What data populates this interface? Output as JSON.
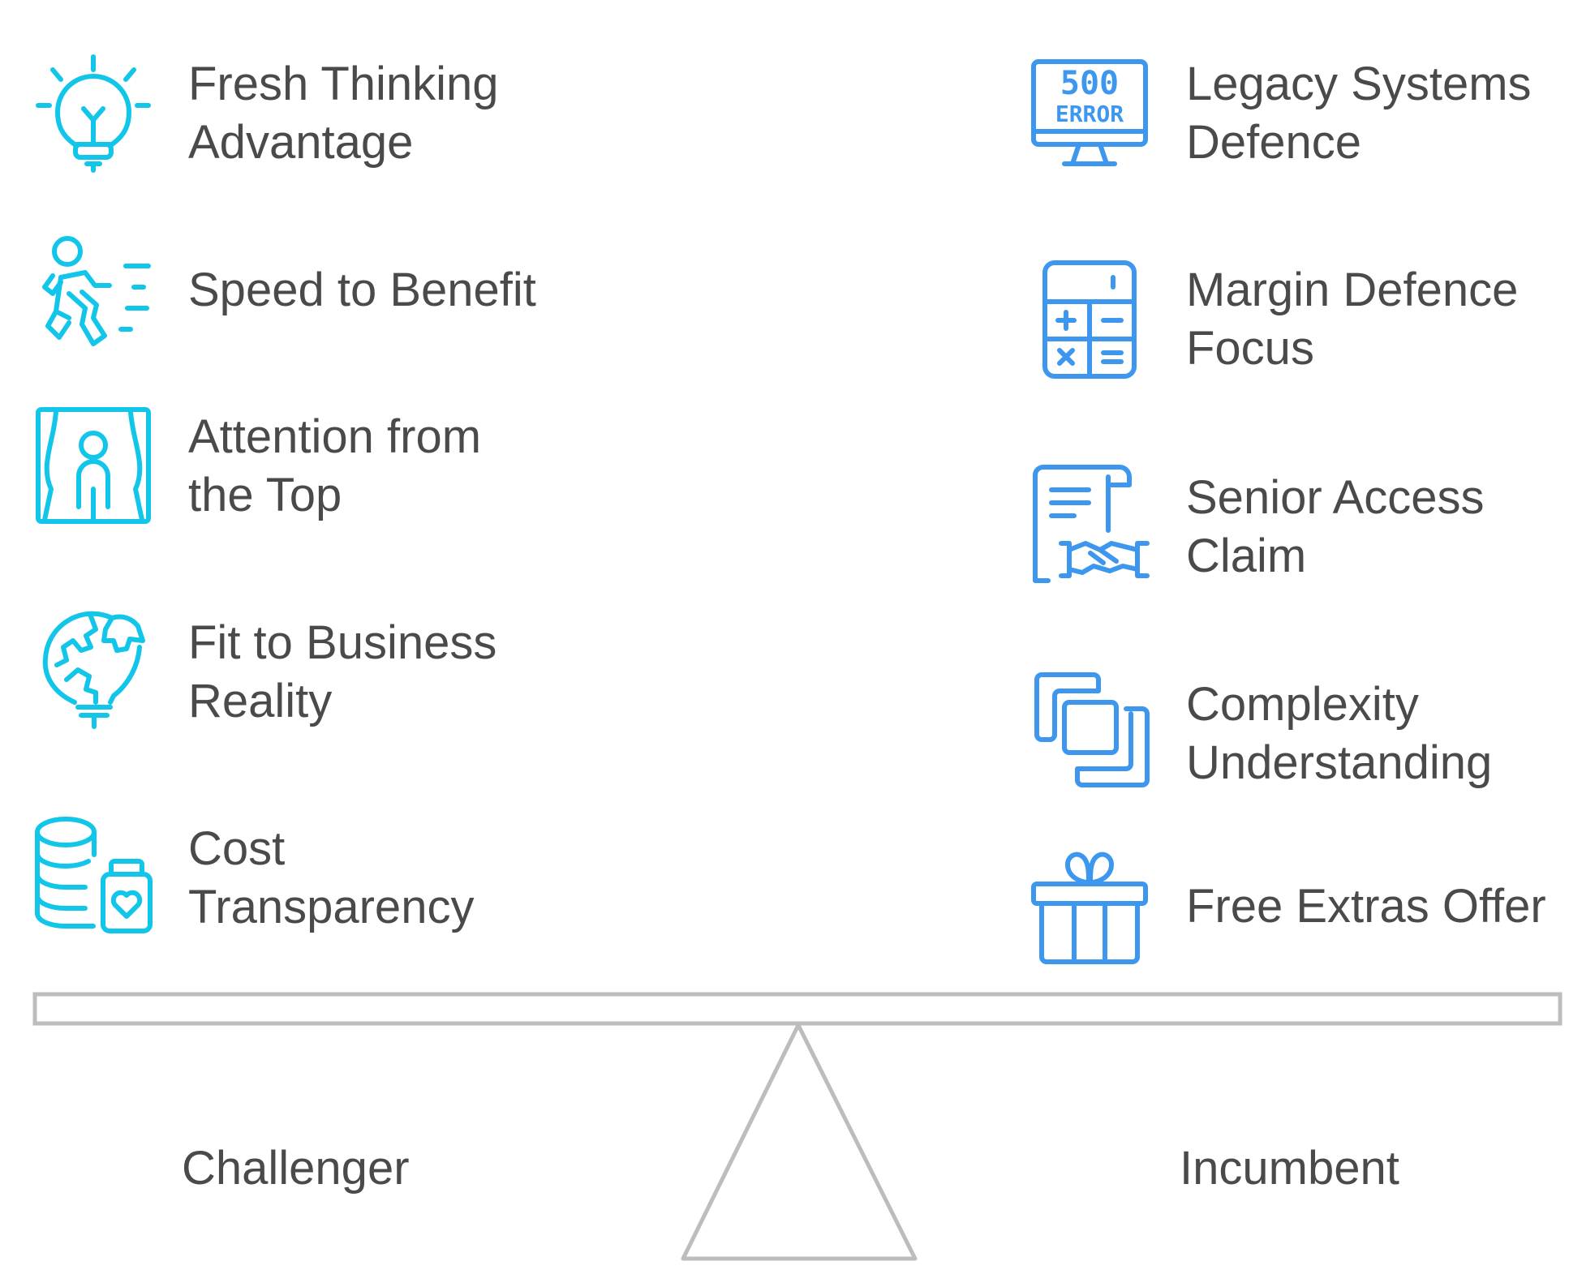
{
  "colors": {
    "left_accent": "#12c6ea",
    "right_accent": "#3d97ee",
    "text": "#4a4a4a",
    "scale": "#bdbdbd"
  },
  "left_items": [
    {
      "label": "Fresh Thinking\nAdvantage",
      "icon": "lightbulb-icon"
    },
    {
      "label": "Speed to Benefit",
      "icon": "running-person-icon"
    },
    {
      "label": "Attention from\nthe Top",
      "icon": "person-on-stage-icon"
    },
    {
      "label": "Fit to Business\nReality",
      "icon": "globe-puzzle-bulb-icon"
    },
    {
      "label": "Cost\nTransparency",
      "icon": "coins-jar-heart-icon"
    }
  ],
  "right_items": [
    {
      "label": "Legacy Systems\nDefence",
      "icon": "monitor-500-error-icon",
      "screen_text_1": "500",
      "screen_text_2": "ERROR"
    },
    {
      "label": "Margin Defence\nFocus",
      "icon": "calculator-icon"
    },
    {
      "label": "Senior Access\nClaim",
      "icon": "contract-handshake-icon"
    },
    {
      "label": "Complexity\nUnderstanding",
      "icon": "stacked-squares-icon"
    },
    {
      "label": "Free Extras Offer",
      "icon": "gift-box-icon"
    }
  ],
  "sides": {
    "left": "Challenger",
    "right": "Incumbent"
  }
}
